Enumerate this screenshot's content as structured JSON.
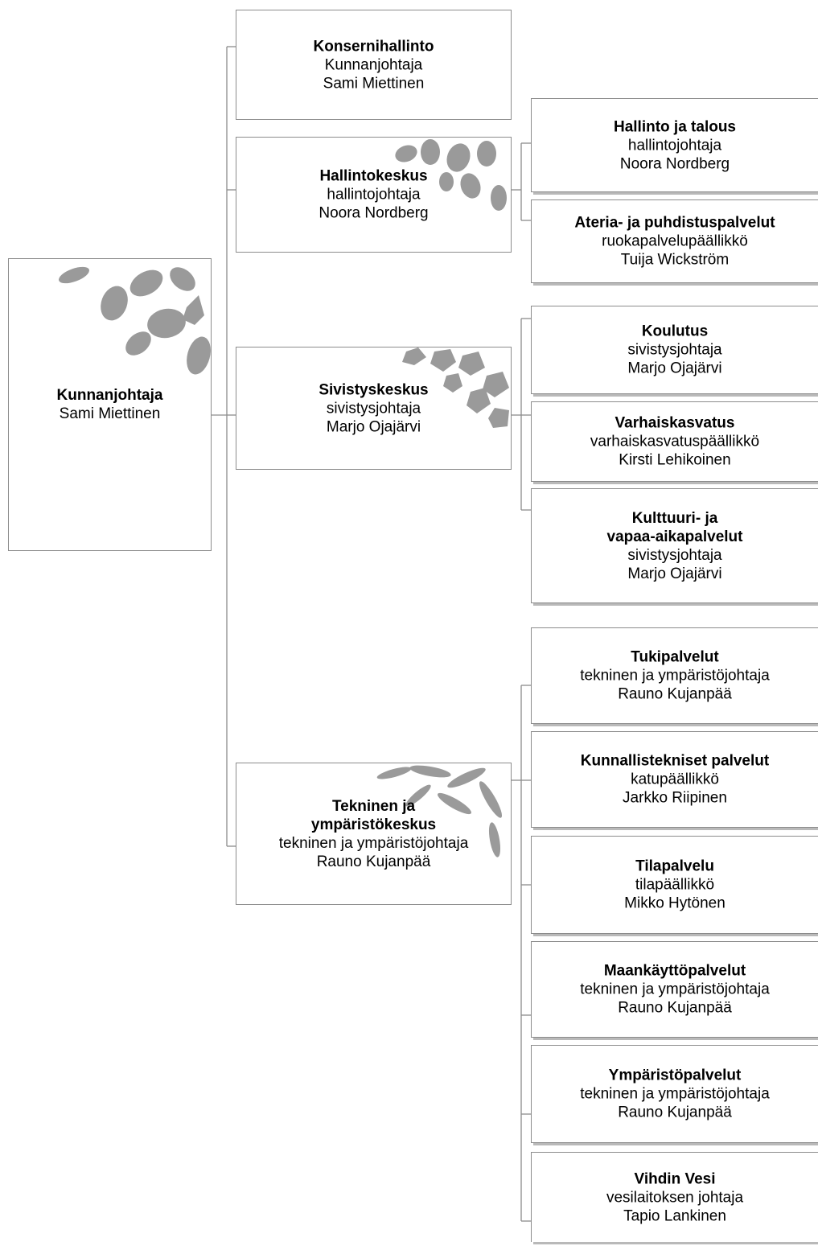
{
  "root": {
    "title": "Kunnanjohtaja",
    "name": "Sami Miettinen"
  },
  "departments": [
    {
      "title": "Konsernihallinto",
      "role": "Kunnanjohtaja",
      "name": "Sami Miettinen"
    },
    {
      "title": "Hallintokeskus",
      "role": "hallintojohtaja",
      "name": "Noora Nordberg",
      "units": [
        {
          "title": "Hallinto ja talous",
          "role": "hallintojohtaja",
          "name": "Noora Nordberg"
        },
        {
          "title": "Ateria- ja puhdistuspalvelut",
          "role": "ruokapalvelupäällikkö",
          "name": "Tuija Wickström"
        }
      ]
    },
    {
      "title": "Sivistyskeskus",
      "role": "sivistysjohtaja",
      "name": "Marjo Ojajärvi",
      "units": [
        {
          "title": "Koulutus",
          "role": "sivistysjohtaja",
          "name": "Marjo Ojajärvi"
        },
        {
          "title": "Varhaiskasvatus",
          "role": "varhaiskasvatuspäällikkö",
          "name": "Kirsti Lehikoinen"
        },
        {
          "title_line1": "Kulttuuri- ja",
          "title_line2": "vapaa-aikapalvelut",
          "role": "sivistysjohtaja",
          "name": "Marjo Ojajärvi"
        }
      ]
    },
    {
      "title_line1": "Tekninen ja",
      "title_line2": "ympäristökeskus",
      "role": "tekninen ja ympäristöjohtaja",
      "name": "Rauno Kujanpää",
      "units": [
        {
          "title": "Tukipalvelut",
          "role": "tekninen ja ympäristöjohtaja",
          "name": "Rauno Kujanpää"
        },
        {
          "title": "Kunnallistekniset palvelut",
          "role": "katupäällikkö",
          "name": "Jarkko Riipinen"
        },
        {
          "title": "Tilapalvelu",
          "role": "tilapäällikkö",
          "name": "Mikko Hytönen"
        },
        {
          "title": "Maankäyttöpalvelut",
          "role": "tekninen ja ympäristöjohtaja",
          "name": "Rauno Kujanpää"
        },
        {
          "title": "Ympäristöpalvelut",
          "role": "tekninen ja ympäristöjohtaja",
          "name": "Rauno Kujanpää"
        },
        {
          "title": "Vihdin Vesi",
          "role": "vesilaitoksen johtaja",
          "name": "Tapio Lankinen"
        }
      ]
    }
  ],
  "colors": {
    "line": "#8c8c8c",
    "leaf": "#9a9a9a",
    "shadow": "#b9b9b9"
  }
}
